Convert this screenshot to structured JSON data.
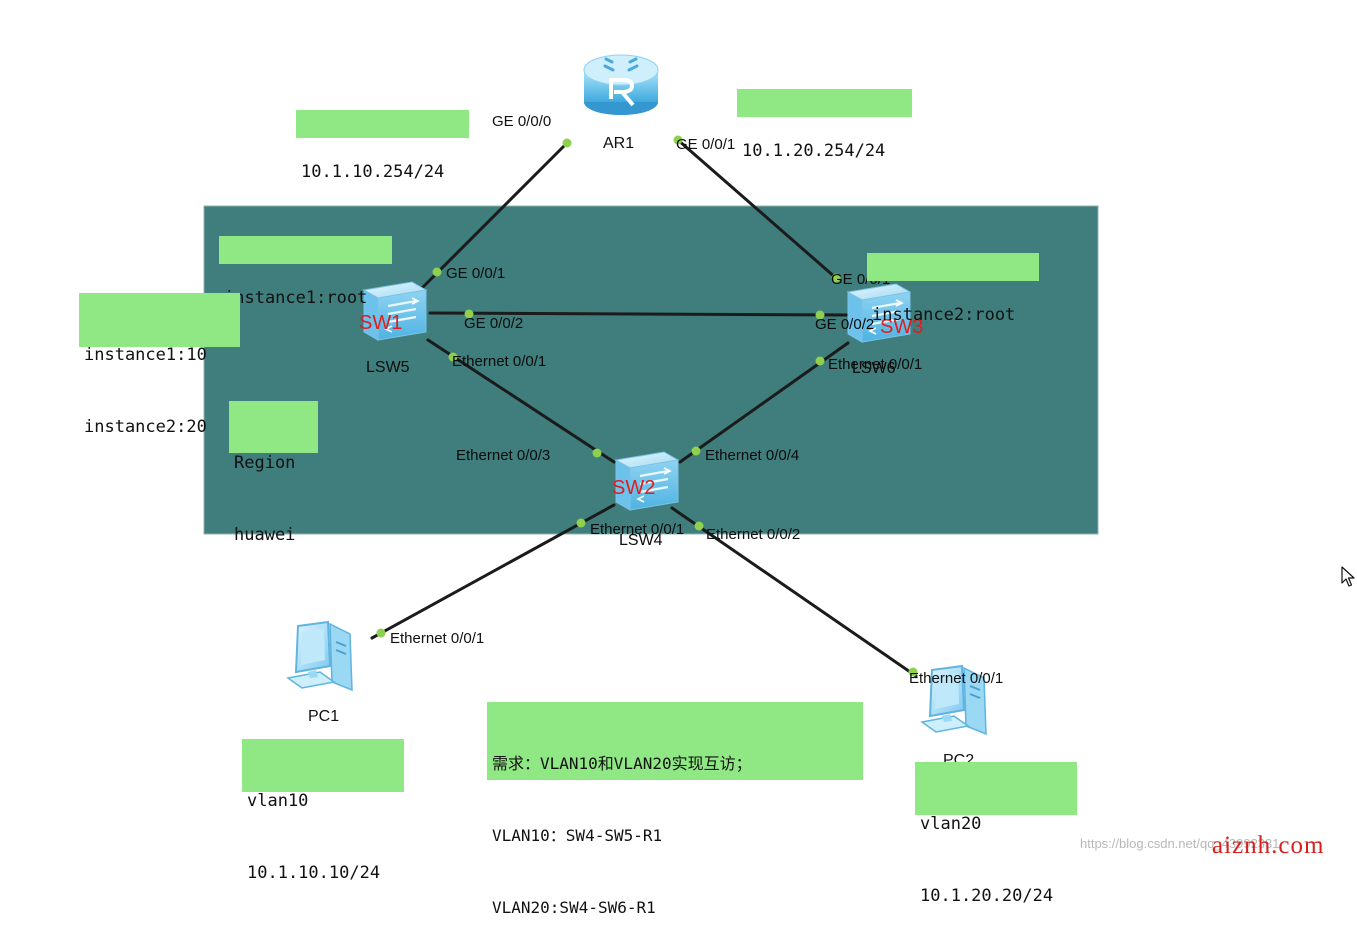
{
  "region": {
    "lines": [
      "Region",
      "huawei"
    ]
  },
  "devices": {
    "router": {
      "label": "AR1",
      "icon": "router-icon"
    },
    "lsw5": {
      "label": "LSW5",
      "name": "SW1",
      "icon": "switch-icon"
    },
    "lsw6": {
      "label": "LSW6",
      "name": "SW3",
      "icon": "switch-icon"
    },
    "lsw4": {
      "label": "LSW4",
      "name": "SW2",
      "icon": "switch-icon"
    },
    "pc1": {
      "label": "PC1",
      "icon": "pc-icon"
    },
    "pc2": {
      "label": "PC2",
      "icon": "pc-icon"
    }
  },
  "ports": {
    "ar1_ge000": "GE 0/0/0",
    "ar1_ge001": "GE 0/0/1",
    "lsw5_ge001": "GE 0/0/1",
    "lsw5_ge002": "GE 0/0/2",
    "lsw5_eth001": "Ethernet 0/0/1",
    "lsw6_ge001": "GE 0/0/1",
    "lsw6_ge002": "GE 0/0/2",
    "lsw6_eth001": "Ethernet 0/0/1",
    "lsw4_eth003": "Ethernet 0/0/3",
    "lsw4_eth004": "Ethernet 0/0/4",
    "lsw4_eth001": "Ethernet 0/0/1",
    "lsw4_eth002": "Ethernet 0/0/2",
    "pc1_eth001": "Ethernet 0/0/1",
    "pc2_eth001": "Ethernet 0/0/1"
  },
  "notes": {
    "gw_vlan10": "10.1.10.254/24",
    "gw_vlan20": "10.1.20.254/24",
    "instance1_root": "instance1:root",
    "instance2_root": "instance2:root",
    "instance_map": [
      "instance1:10",
      "instance2:20"
    ],
    "pc1_info": [
      "vlan10",
      "10.1.10.10/24"
    ],
    "pc2_info": [
      "vlan20",
      "10.1.20.20/24"
    ],
    "requirement": [
      "需求：VLAN10和VLAN20实现互访；",
      "VLAN10：SW4-SW5-R1",
      "VLAN20:SW4-SW6-R1"
    ]
  },
  "watermark": {
    "url": "https://blog.csdn.net/qq_43992331",
    "brand": "aiznh.com"
  },
  "colors": {
    "region": "#3f7e7c",
    "note": "#8fe884",
    "port": "#8fd14f",
    "sw_name": "#e11d1d",
    "device": "#7fd0f2"
  }
}
